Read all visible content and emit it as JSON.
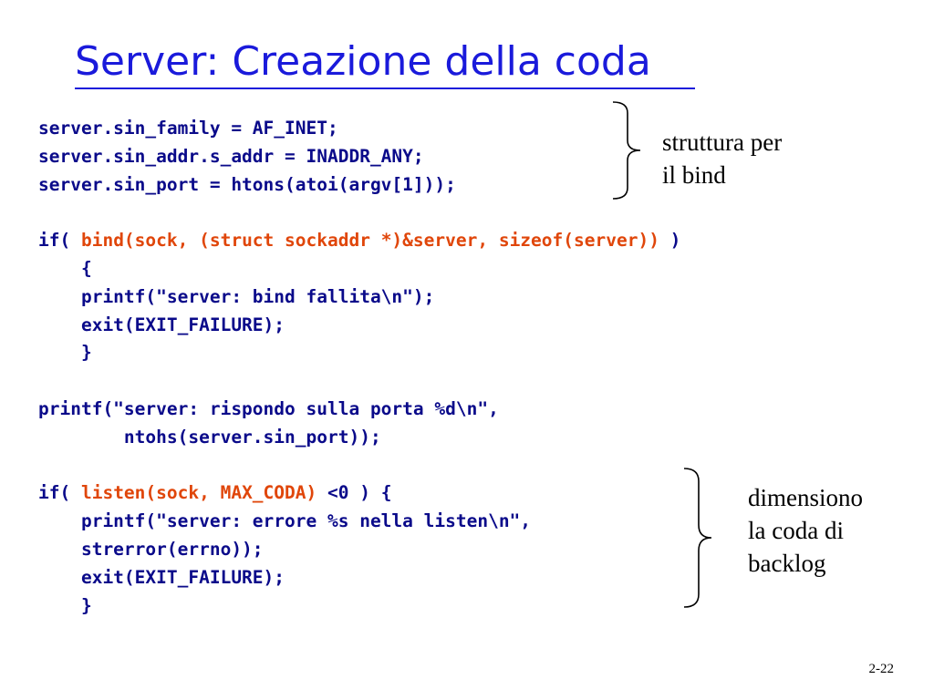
{
  "slide": {
    "title": "Server: Creazione della coda",
    "page_number": "2-22"
  },
  "code": {
    "lines": [
      {
        "segments": [
          {
            "text": "server.sin_family = AF_INET;",
            "color": "navy"
          }
        ]
      },
      {
        "segments": [
          {
            "text": "server.sin_addr.s_addr = INADDR_ANY;",
            "color": "navy"
          }
        ]
      },
      {
        "segments": [
          {
            "text": "server.sin_port = htons(atoi(argv[1]));",
            "color": "navy"
          }
        ]
      },
      {
        "segments": []
      },
      {
        "segments": [
          {
            "text": "if( ",
            "color": "navy"
          },
          {
            "text": "bind(sock, (struct sockaddr *)&server, sizeof(server))",
            "color": "red"
          },
          {
            "text": " )",
            "color": "navy"
          }
        ]
      },
      {
        "segments": [
          {
            "text": "    {",
            "color": "navy"
          }
        ]
      },
      {
        "segments": [
          {
            "text": "    printf(\"server: bind fallita\\n\");",
            "color": "navy"
          }
        ]
      },
      {
        "segments": [
          {
            "text": "    exit(EXIT_FAILURE);",
            "color": "navy"
          }
        ]
      },
      {
        "segments": [
          {
            "text": "    }",
            "color": "navy"
          }
        ]
      },
      {
        "segments": []
      },
      {
        "segments": [
          {
            "text": "printf(\"server: rispondo sulla porta %d\\n\",",
            "color": "navy"
          }
        ]
      },
      {
        "segments": [
          {
            "text": "        ntohs(server.sin_port));",
            "color": "navy"
          }
        ]
      },
      {
        "segments": []
      },
      {
        "segments": [
          {
            "text": "if( ",
            "color": "navy"
          },
          {
            "text": "listen(sock, MAX_CODA)",
            "color": "red"
          },
          {
            "text": " <0 ) {",
            "color": "navy"
          }
        ]
      },
      {
        "segments": [
          {
            "text": "    printf(\"server: errore %s nella listen\\n\",",
            "color": "navy"
          }
        ]
      },
      {
        "segments": [
          {
            "text": "    strerror(errno));",
            "color": "navy"
          }
        ]
      },
      {
        "segments": [
          {
            "text": "    exit(EXIT_FAILURE);",
            "color": "navy"
          }
        ]
      },
      {
        "segments": [
          {
            "text": "    }",
            "color": "navy"
          }
        ]
      }
    ]
  },
  "annotations": {
    "bind_struct": {
      "lines": [
        "struttura per",
        "il bind"
      ]
    },
    "backlog": {
      "lines": [
        "dimensiono",
        "la coda di",
        "backlog"
      ]
    }
  },
  "colors": {
    "title": "#1a1adb",
    "code_navy": "#0a0a8a",
    "code_red": "#e0460a"
  },
  "icons": {
    "brace_bind": "right-curly-brace-icon",
    "brace_backlog": "right-curly-brace-icon"
  }
}
